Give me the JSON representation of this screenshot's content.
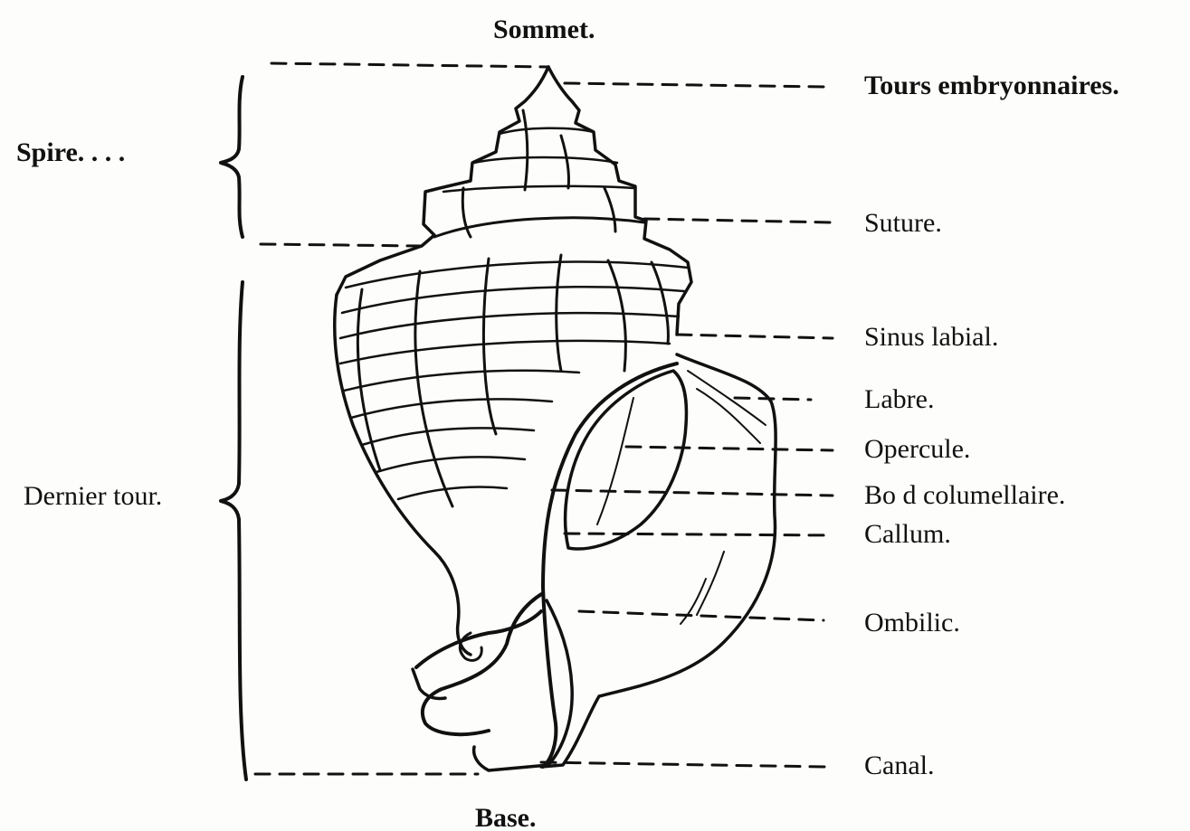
{
  "figure": {
    "top_label": "Sommet.",
    "bottom_label": "Base.",
    "left_labels": {
      "spire": "Spire. . . .",
      "last_whorl": "Dernier tour."
    },
    "right_labels": {
      "embryonic_whorls": "Tours embryonnaires.",
      "suture": "Suture.",
      "labial_sinus": "Sinus labial.",
      "outer_lip": "Labre.",
      "operculum": "Opercule.",
      "columellar_edge": "Bo d columellaire.",
      "callus": "Callum.",
      "umbilicus": "Ombilic.",
      "canal": "Canal."
    },
    "line_color": "#111111",
    "background": "#fdfdfb"
  }
}
